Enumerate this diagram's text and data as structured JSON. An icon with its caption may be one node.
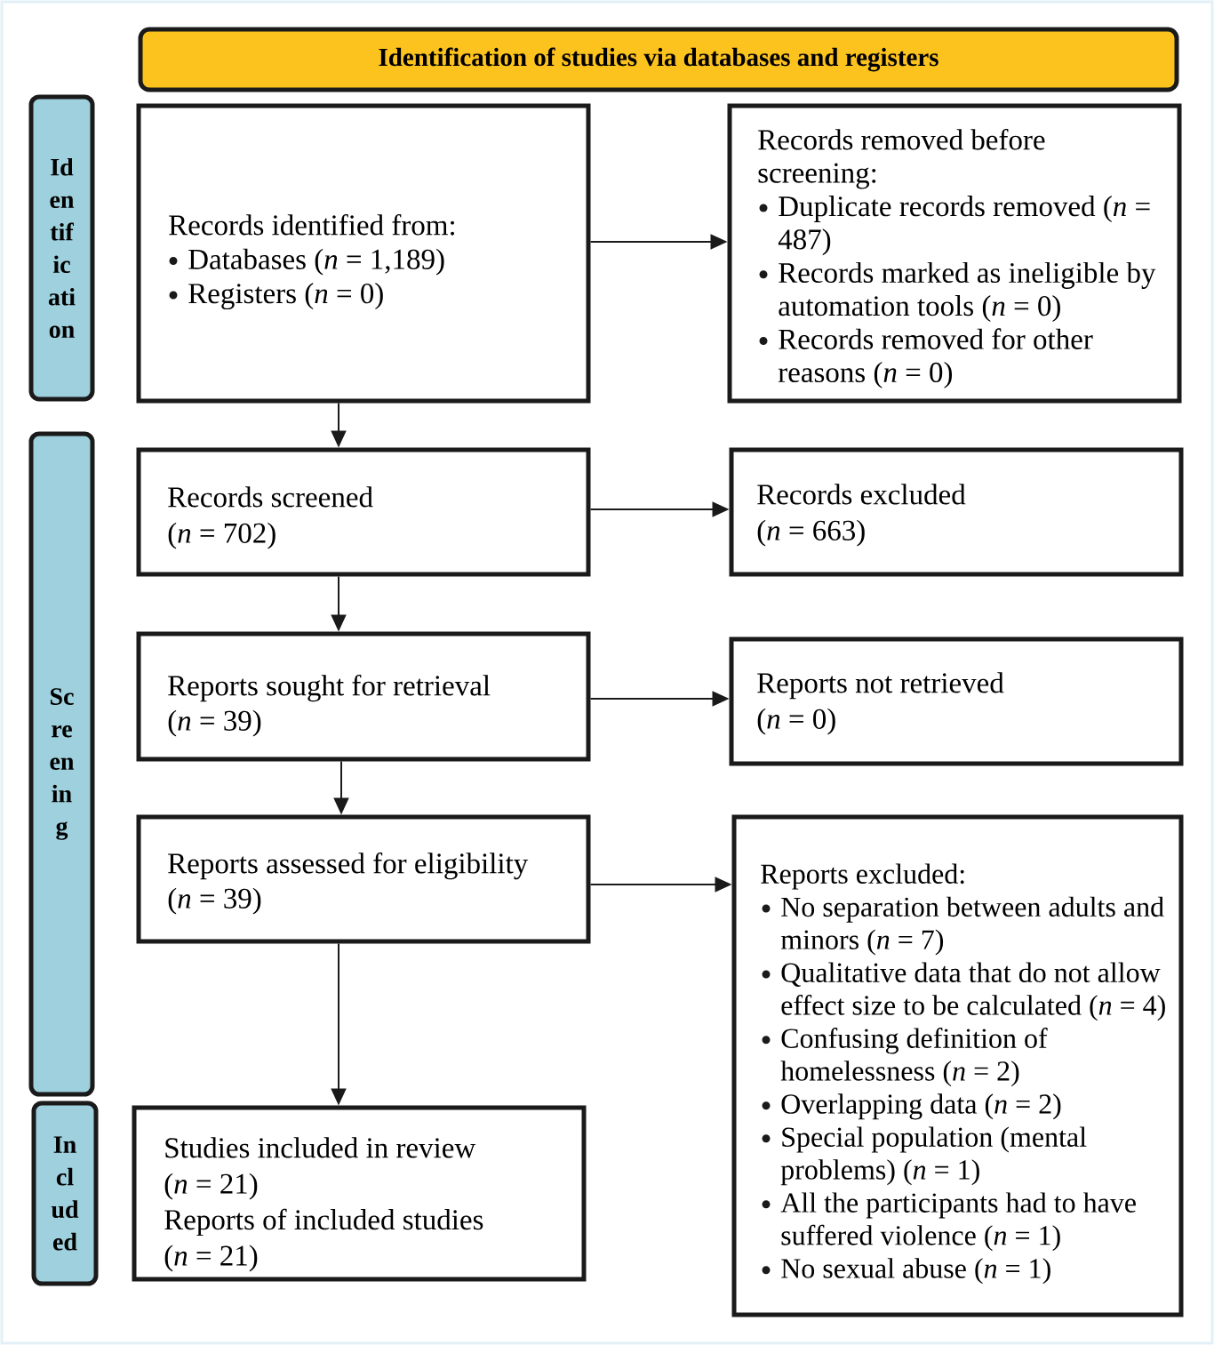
{
  "diagram": {
    "nodes": [
      {
        "text": [
          "Identification of studies via databases and registers"
        ]
      },
      {
        "text": [
          "Id en tif ic ati on"
        ]
      },
      {
        "text": [
          "Records identified from:",
          "Databases (*n* = 1,189)",
          "Registers (*n* = 0)"
        ]
      },
      {
        "text": [
          "Records removed before screening:",
          "Duplicate records removed (*n* = 487)",
          "Records marked as ineligible by automation tools (*n* = 0)",
          "Records removed for other reasons (*n* = 0)"
        ]
      },
      {
        "text": [
          "Sc re en in g"
        ]
      },
      {
        "text": [
          "Records screened",
          "(*n* = 702)"
        ]
      },
      {
        "text": [
          "Records excluded",
          "(*n* = 663)"
        ]
      },
      {
        "text": [
          "Reports sought for retrieval",
          "(*n* = 39)"
        ]
      },
      {
        "text": [
          "Reports not retrieved",
          "(*n* = 0)"
        ]
      },
      {
        "text": [
          "Reports assessed for eligibility",
          "(*n* = 39)"
        ]
      },
      {
        "text": [
          "Reports excluded:",
          "No separation between adults and minors (*n* = 7)",
          "Qualitative data that do not allow effect size to be calculated (*n* = 4)",
          "Confusing definition of homelessness (*n* = 2)",
          "Overlapping data (*n* = 2)",
          "Special population (mental problems) (*n* = 1)",
          "All the participants had to have suffered violence (*n* = 1)",
          "No sexual abuse (*n* = 1)"
        ]
      },
      {
        "text": [
          "In cl ud ed"
        ]
      },
      {
        "text": [
          "Studies included in review",
          "(*n* = 21)",
          "Reports of included studies",
          "(*n* = 21)"
        ]
      }
    ],
    "edges": [
      {
        "from": 2,
        "to": 3,
        "arrow": "to"
      },
      {
        "from": 2,
        "to": 5,
        "arrow": "to"
      },
      {
        "from": 5,
        "to": 6,
        "arrow": "to"
      },
      {
        "from": 5,
        "to": 7,
        "arrow": "to"
      },
      {
        "from": 7,
        "to": 8,
        "arrow": "to"
      },
      {
        "from": 7,
        "to": 9,
        "arrow": "to"
      },
      {
        "from": 9,
        "to": 10,
        "arrow": "to"
      },
      {
        "from": 9,
        "to": 12,
        "arrow": "to"
      }
    ]
  }
}
